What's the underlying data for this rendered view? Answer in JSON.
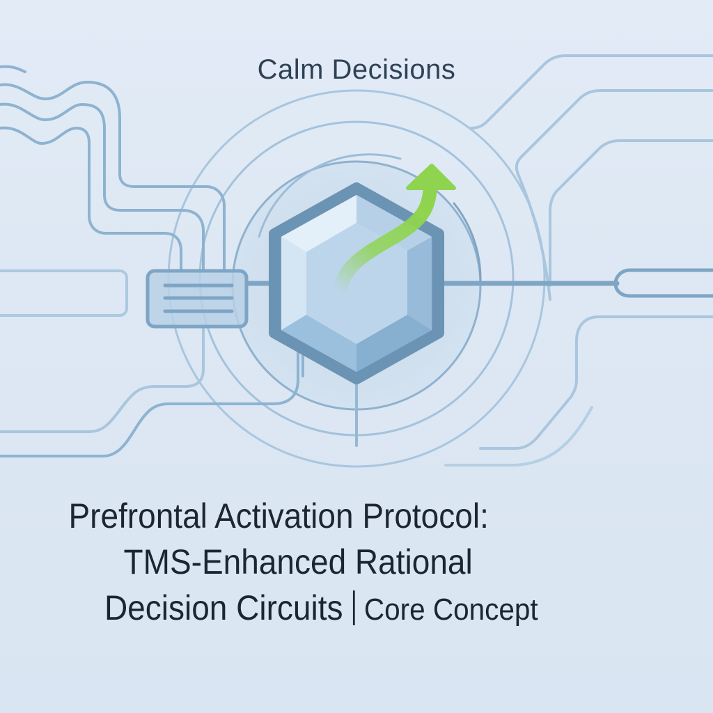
{
  "header": {
    "eyebrow": "Calm Decisions"
  },
  "title": {
    "line1": "Prefrontal Activation Protocol:",
    "line2": "TMS-Enhanced Rational",
    "line3_main": "Decision Circuits",
    "line3_tag": "Core Concept"
  },
  "illustration": {
    "central_icon": "hexagon-gem-icon",
    "accent_icon": "upward-curved-arrow-icon",
    "module_icon": "circuit-chip-icon",
    "colors": {
      "background": "#dde8f4",
      "circuit_line": "#8db3d0",
      "circuit_line_dark": "#6f98b9",
      "hex_fill": "#b9d3e8",
      "hex_outline": "#6b93b3",
      "arrow": "#8fd44f",
      "text_dark": "#1c2633",
      "text_muted": "#2f4254"
    }
  }
}
